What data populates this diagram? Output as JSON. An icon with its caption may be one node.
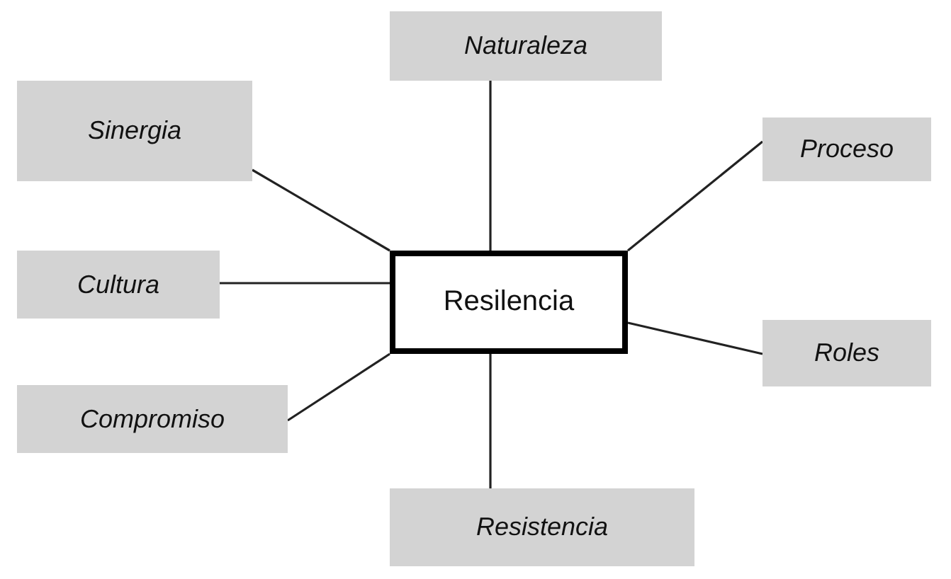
{
  "diagram": {
    "nodes": [
      {
        "text": [
          "Naturaleza"
        ]
      },
      {
        "text": [
          "Sinergia"
        ]
      },
      {
        "text": [
          "Proceso"
        ]
      },
      {
        "text": [
          "Cultura"
        ]
      },
      {
        "text": [
          "Resilencia"
        ]
      },
      {
        "text": [
          "Roles"
        ]
      },
      {
        "text": [
          "Compromiso"
        ]
      },
      {
        "text": [
          "Resistencia"
        ]
      }
    ],
    "edges": [
      {
        "from": 4,
        "to": 0,
        "arrow": "none"
      },
      {
        "from": 4,
        "to": 1,
        "arrow": "none"
      },
      {
        "from": 4,
        "to": 2,
        "arrow": "none"
      },
      {
        "from": 4,
        "to": 3,
        "arrow": "none"
      },
      {
        "from": 4,
        "to": 5,
        "arrow": "none"
      },
      {
        "from": 4,
        "to": 6,
        "arrow": "none"
      },
      {
        "from": 4,
        "to": 7,
        "arrow": "none"
      }
    ]
  }
}
